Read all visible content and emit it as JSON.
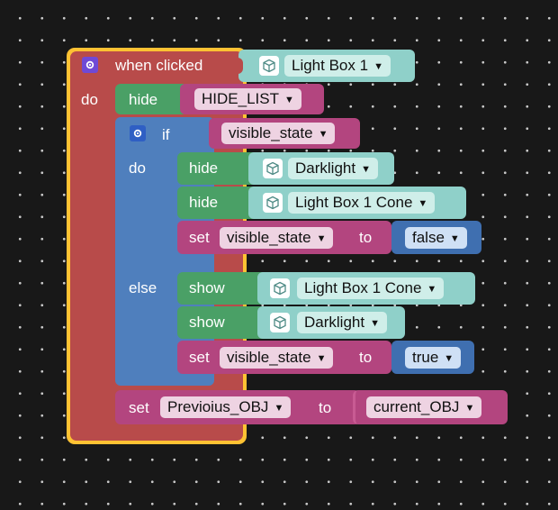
{
  "event": {
    "label": "when clicked",
    "target": "Light Box 1",
    "do_label": "do"
  },
  "hide_list": {
    "verb": "hide",
    "var": "HIDE_LIST"
  },
  "if_block": {
    "if_label": "if",
    "condition": "visible_state",
    "do_label": "do",
    "else_label": "else"
  },
  "then_actions": [
    {
      "verb": "hide",
      "object": "Darklight"
    },
    {
      "verb": "hide",
      "object": "Light Box 1 Cone"
    }
  ],
  "then_set": {
    "set_label": "set",
    "var": "visible_state",
    "to_label": "to",
    "value": "false"
  },
  "else_actions": [
    {
      "verb": "show",
      "object": "Light Box 1 Cone"
    },
    {
      "verb": "show",
      "object": "Darklight"
    }
  ],
  "else_set": {
    "set_label": "set",
    "var": "visible_state",
    "to_label": "to",
    "value": "true"
  },
  "final_set": {
    "set_label": "set",
    "var": "Previoius_OBJ",
    "to_label": "to",
    "value": "current_OBJ"
  },
  "colors": {
    "event_red": "#b84b4a",
    "control_blue": "#4f7fbd",
    "action_green": "#4aa066",
    "variable_pink": "#b3457f",
    "object_teal": "#8fd0c9",
    "bool_blue": "#3f6fb0",
    "highlight": "#f5c242",
    "background": "#181818"
  },
  "icons": {
    "settings": "gear-icon",
    "object": "cube-icon",
    "dropdown": "caret-down-icon"
  }
}
